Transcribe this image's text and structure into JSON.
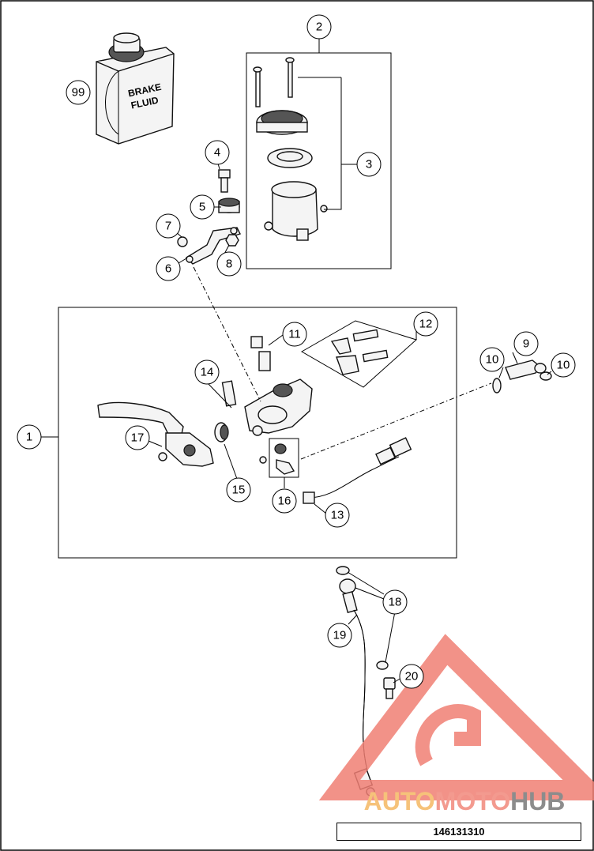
{
  "diagram": {
    "brake_fluid_label_line1": "BRAKE",
    "brake_fluid_label_line2": "FLUID",
    "part_number": "146131310",
    "callouts": [
      "1",
      "2",
      "3",
      "4",
      "5",
      "6",
      "7",
      "8",
      "9",
      "10",
      "10",
      "11",
      "12",
      "13",
      "14",
      "15",
      "16",
      "17",
      "18",
      "19",
      "20",
      "99"
    ]
  },
  "watermark": {
    "text_auto": "AUTO",
    "text_moto": "MOTO",
    "text_hub": "HUB",
    "colors": {
      "auto": "#f6c27a",
      "moto": "#f39a8f",
      "hub": "#9a9a9a",
      "logo": "#f07f74"
    }
  }
}
